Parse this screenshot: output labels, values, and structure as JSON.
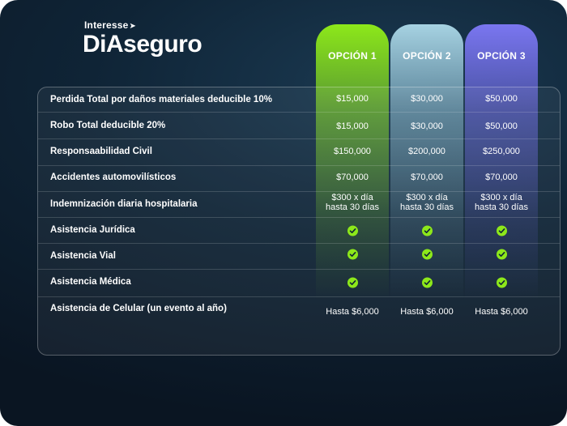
{
  "brand": {
    "small": "Interesse",
    "big": "DiAseguro"
  },
  "options": [
    {
      "label": "OPCIÓN 1",
      "color": "#8de81a"
    },
    {
      "label": "OPCIÓN 2",
      "color": "#a6d2e2"
    },
    {
      "label": "OPCIÓN 3",
      "color": "#7a76f0"
    }
  ],
  "rows": [
    {
      "label": "Perdida Total por daños materiales deducible 10%",
      "values": [
        "$15,000",
        "$30,000",
        "$50,000"
      ]
    },
    {
      "label": "Robo Total deducible 20%",
      "values": [
        "$15,000",
        "$30,000",
        "$50,000"
      ]
    },
    {
      "label": "Responsaabilidad Civil",
      "values": [
        "$150,000",
        "$200,000",
        "$250,000"
      ]
    },
    {
      "label": "Accidentes automovilísticos",
      "values": [
        "$70,000",
        "$70,000",
        "$70,000"
      ]
    },
    {
      "label": "Indemnización diaria hospitalaria",
      "values": [
        "$300 x día\nhasta 30 días",
        "$300 x día\nhasta 30 días",
        "$300 x día\nhasta 30 días"
      ]
    },
    {
      "label": "Asistencia Jurídica",
      "check": true
    },
    {
      "label": "Asistencia Vial",
      "check": true
    },
    {
      "label": "Asistencia Médica",
      "check": true
    },
    {
      "label": "Asistencia de Celular (un evento al año)",
      "values": [
        "Hasta $6,000",
        "Hasta $6,000",
        "Hasta $6,000"
      ]
    }
  ]
}
